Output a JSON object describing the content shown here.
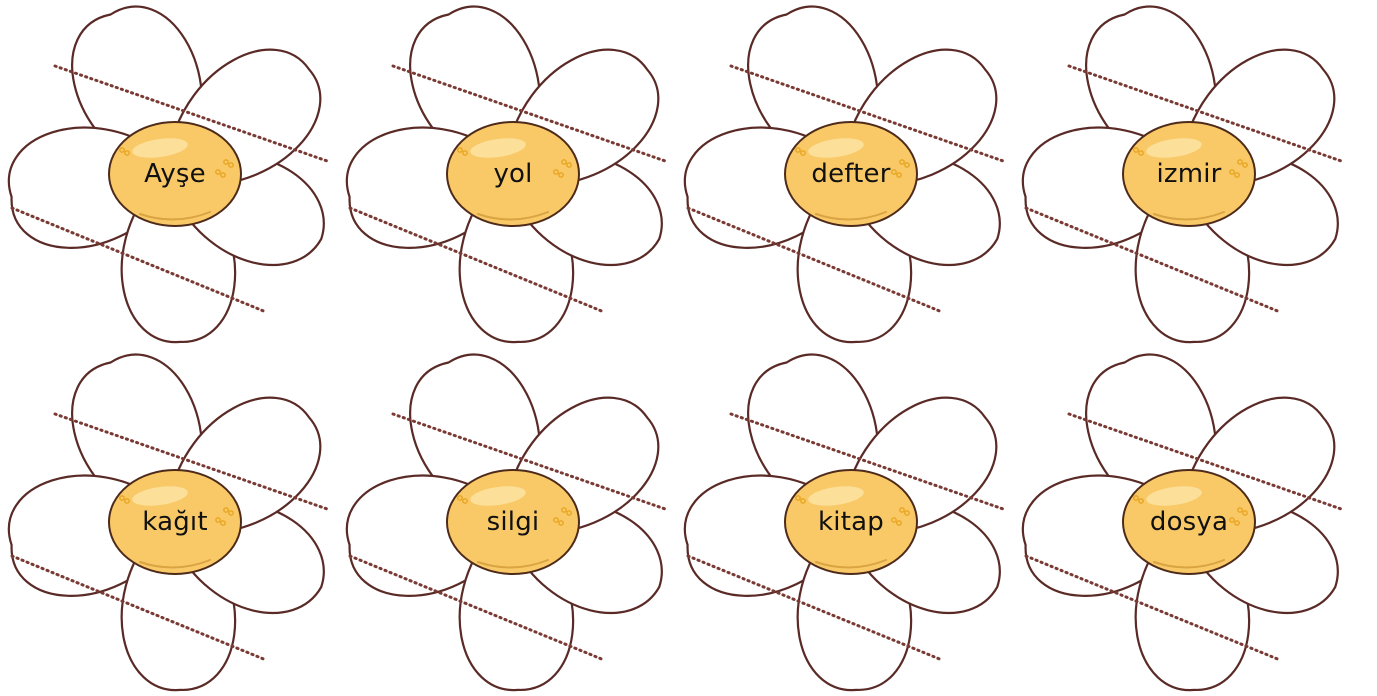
{
  "worksheet": {
    "flowers": [
      {
        "word": "Ayşe"
      },
      {
        "word": "yol"
      },
      {
        "word": "defter"
      },
      {
        "word": "izmir"
      },
      {
        "word": "kağıt"
      },
      {
        "word": "silgi"
      },
      {
        "word": "kitap"
      },
      {
        "word": "dosya"
      }
    ]
  },
  "colors": {
    "outline": "#5a2a26",
    "dotted_line": "#7a3a34",
    "center_fill": "#f9c968",
    "sparkle": "#e8a520"
  },
  "icons": {
    "petal": "flower-petal-icon",
    "center": "flower-center-icon"
  }
}
